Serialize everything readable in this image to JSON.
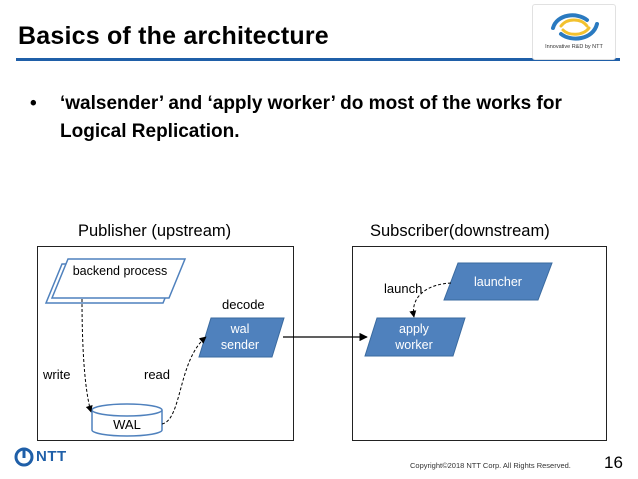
{
  "slide": {
    "title": "Basics of the architecture",
    "tagline": "Innovative R&D by NTT",
    "bullet_marker": "•",
    "bullet_text": "‘walsender’ and ‘apply worker’ do most of the works for Logical Replication.",
    "copyright": "Copyright©2018 NTT Corp. All Rights Reserved.",
    "page_number": "16",
    "brand": "NTT"
  },
  "diagram": {
    "publisher_caption": "Publisher (upstream)",
    "subscriber_caption": "Subscriber(downstream)",
    "backend_process": "backend process",
    "wal_sender_line1": "wal",
    "wal_sender_line2": "sender",
    "wal": "WAL",
    "launcher": "launcher",
    "apply_worker_line1": "apply",
    "apply_worker_line2": "worker",
    "edge_decode": "decode",
    "edge_write": "write",
    "edge_read": "read",
    "edge_launch": "launch"
  },
  "colors": {
    "accent": "#1f5fa8",
    "node_fill": "#4f81bd",
    "node_stroke": "#3a6a9f"
  }
}
